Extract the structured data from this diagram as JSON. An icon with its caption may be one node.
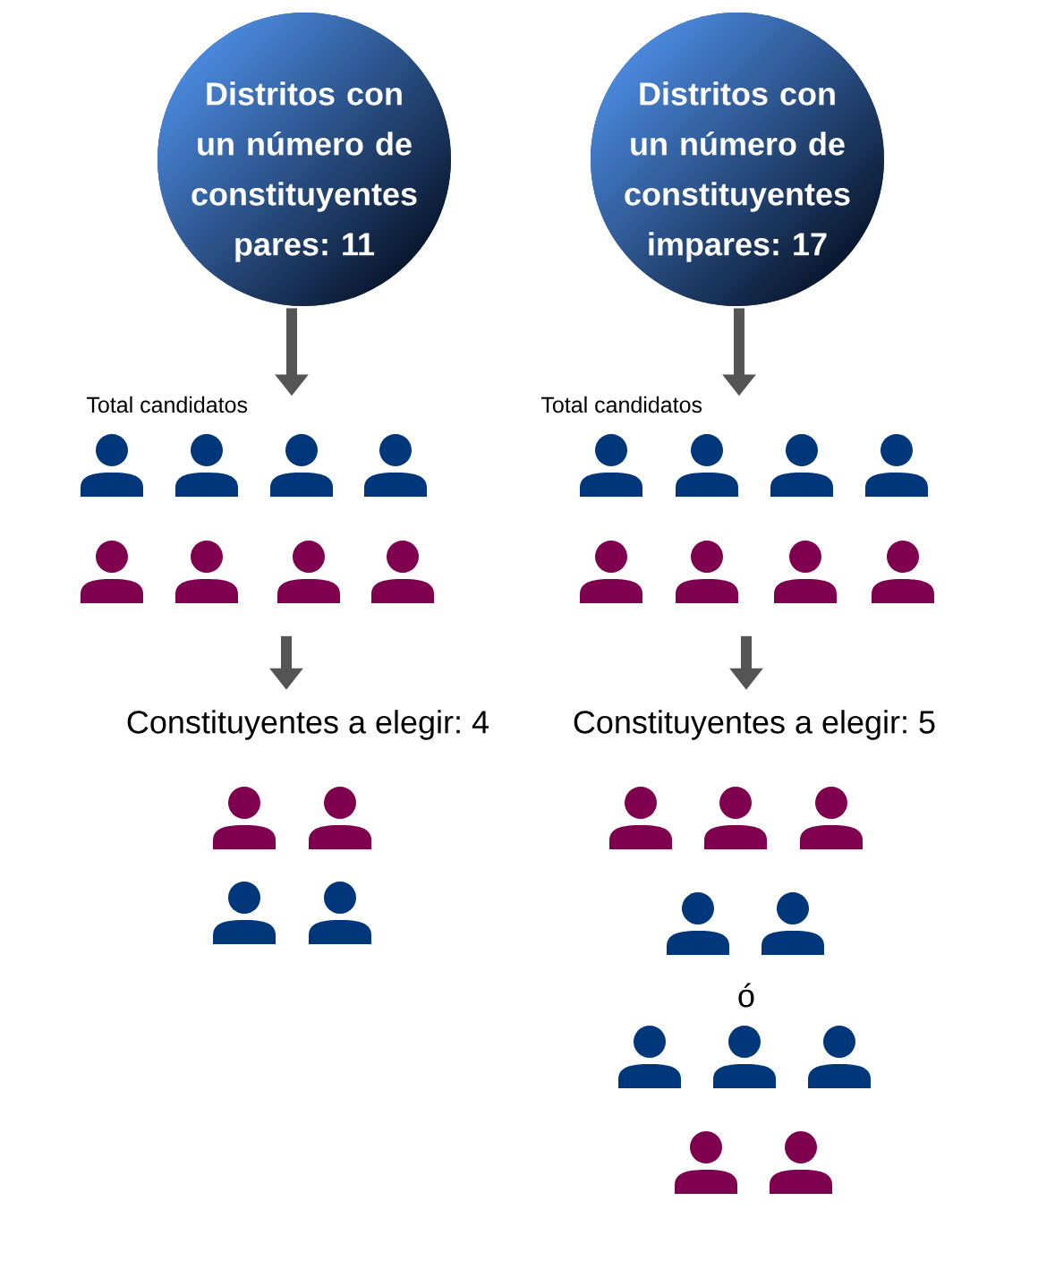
{
  "diagram": {
    "nodes": [
      {
        "text": [
          "Distritos con un número de constituyentes pares: 11"
        ]
      },
      {
        "text": [
          "Distritos con un número de constituyentes impares: 17"
        ]
      },
      {
        "text": [
          "Total candidatos"
        ]
      },
      {
        "text": [
          "Total candidatos"
        ]
      },
      {
        "text": [
          "Constituyentes a elegir: 4"
        ]
      },
      {
        "text": [
          "Constituyentes a elegir: 5"
        ]
      }
    ],
    "edges": [
      {
        "from": 0,
        "to": 2,
        "arrow": "to"
      },
      {
        "from": null,
        "to": 4,
        "arrow": "to"
      },
      {
        "from": 1,
        "to": 3,
        "arrow": "to"
      },
      {
        "from": null,
        "to": 5,
        "arrow": "to"
      }
    ],
    "labels": [
      "ó"
    ]
  }
}
